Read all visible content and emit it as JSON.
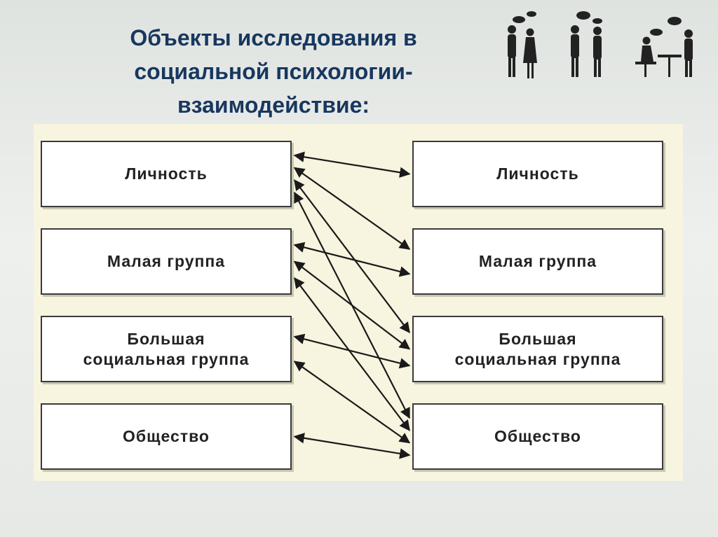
{
  "title": {
    "line1": "Объекты исследования в",
    "line2": "социальной психологии-",
    "line3": "взаимодействие:"
  },
  "diagram": {
    "left_nodes": [
      {
        "lines": [
          "Личность"
        ]
      },
      {
        "lines": [
          "Малая группа"
        ]
      },
      {
        "lines": [
          "Большая",
          "социальная группа"
        ]
      },
      {
        "lines": [
          "Общество"
        ]
      }
    ],
    "right_nodes": [
      {
        "lines": [
          "Личность"
        ]
      },
      {
        "lines": [
          "Малая группа"
        ]
      },
      {
        "lines": [
          "Большая",
          "социальная группа"
        ]
      },
      {
        "lines": [
          "Общество"
        ]
      }
    ],
    "connections": [
      [
        0,
        0
      ],
      [
        0,
        1
      ],
      [
        0,
        2
      ],
      [
        0,
        3
      ],
      [
        1,
        1
      ],
      [
        1,
        2
      ],
      [
        1,
        3
      ],
      [
        2,
        2
      ],
      [
        2,
        3
      ],
      [
        3,
        3
      ]
    ]
  },
  "decoration": {
    "icon": "people-silhouettes-icon",
    "arrow_color": "#1a1a1a",
    "title_color": "#17375e"
  }
}
